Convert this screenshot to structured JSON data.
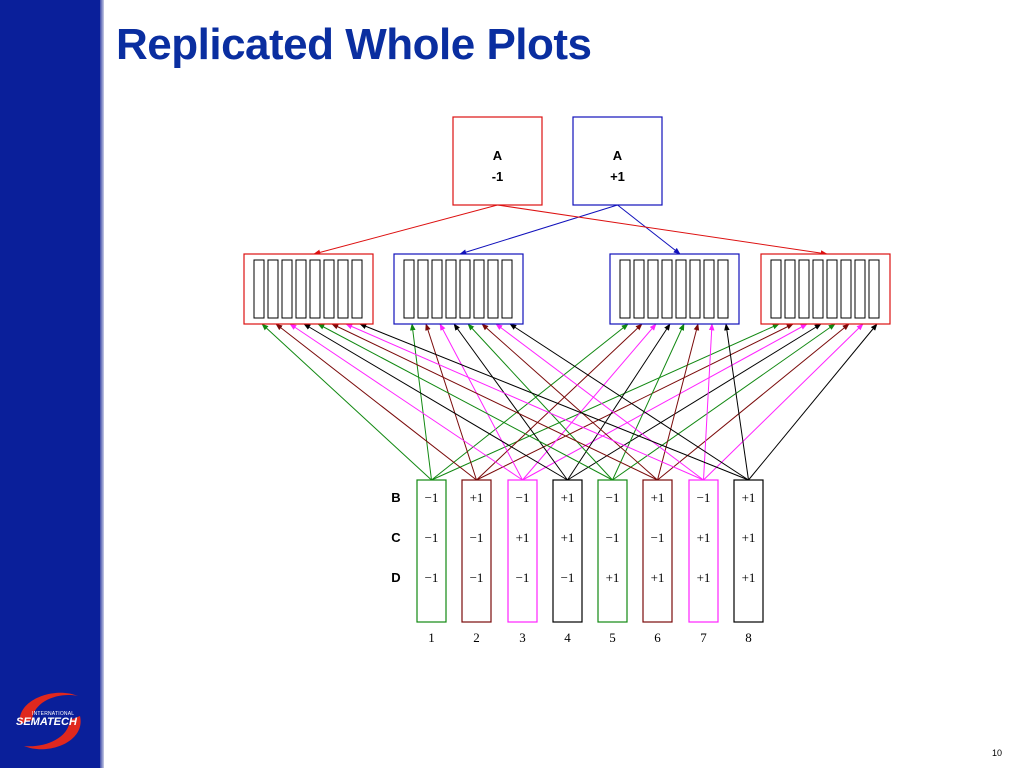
{
  "title": "Replicated Whole Plots",
  "page_number": "10",
  "logo": {
    "line1": "INTERNATIONAL",
    "line2": "SEMATECH"
  },
  "whole_plot_factors": [
    {
      "name": "A",
      "level": "-1",
      "color": "#dd1111"
    },
    {
      "name": "A",
      "level": "+1",
      "color": "#1111bb"
    }
  ],
  "row_labels": [
    "B",
    "C",
    "D"
  ],
  "runs": [
    {
      "number": "1",
      "values": [
        "−1",
        "−1",
        "−1"
      ],
      "color": "#118811"
    },
    {
      "number": "2",
      "values": [
        "+1",
        "−1",
        "−1"
      ],
      "color": "#7a0a0a"
    },
    {
      "number": "3",
      "values": [
        "−1",
        "+1",
        "−1"
      ],
      "color": "#ff22ff"
    },
    {
      "number": "4",
      "values": [
        "+1",
        "+1",
        "−1"
      ],
      "color": "#000000"
    },
    {
      "number": "5",
      "values": [
        "−1",
        "−1",
        "+1"
      ],
      "color": "#118811"
    },
    {
      "number": "6",
      "values": [
        "+1",
        "−1",
        "+1"
      ],
      "color": "#7a0a0a"
    },
    {
      "number": "7",
      "values": [
        "−1",
        "+1",
        "+1"
      ],
      "color": "#ff22ff"
    },
    {
      "number": "8",
      "values": [
        "+1",
        "+1",
        "+1"
      ],
      "color": "#000000"
    }
  ],
  "whole_plots": [
    {
      "level_index": 0,
      "color": "#dd1111"
    },
    {
      "level_index": 1,
      "color": "#1111bb"
    },
    {
      "level_index": 1,
      "color": "#1111bb"
    },
    {
      "level_index": 0,
      "color": "#dd1111"
    }
  ]
}
